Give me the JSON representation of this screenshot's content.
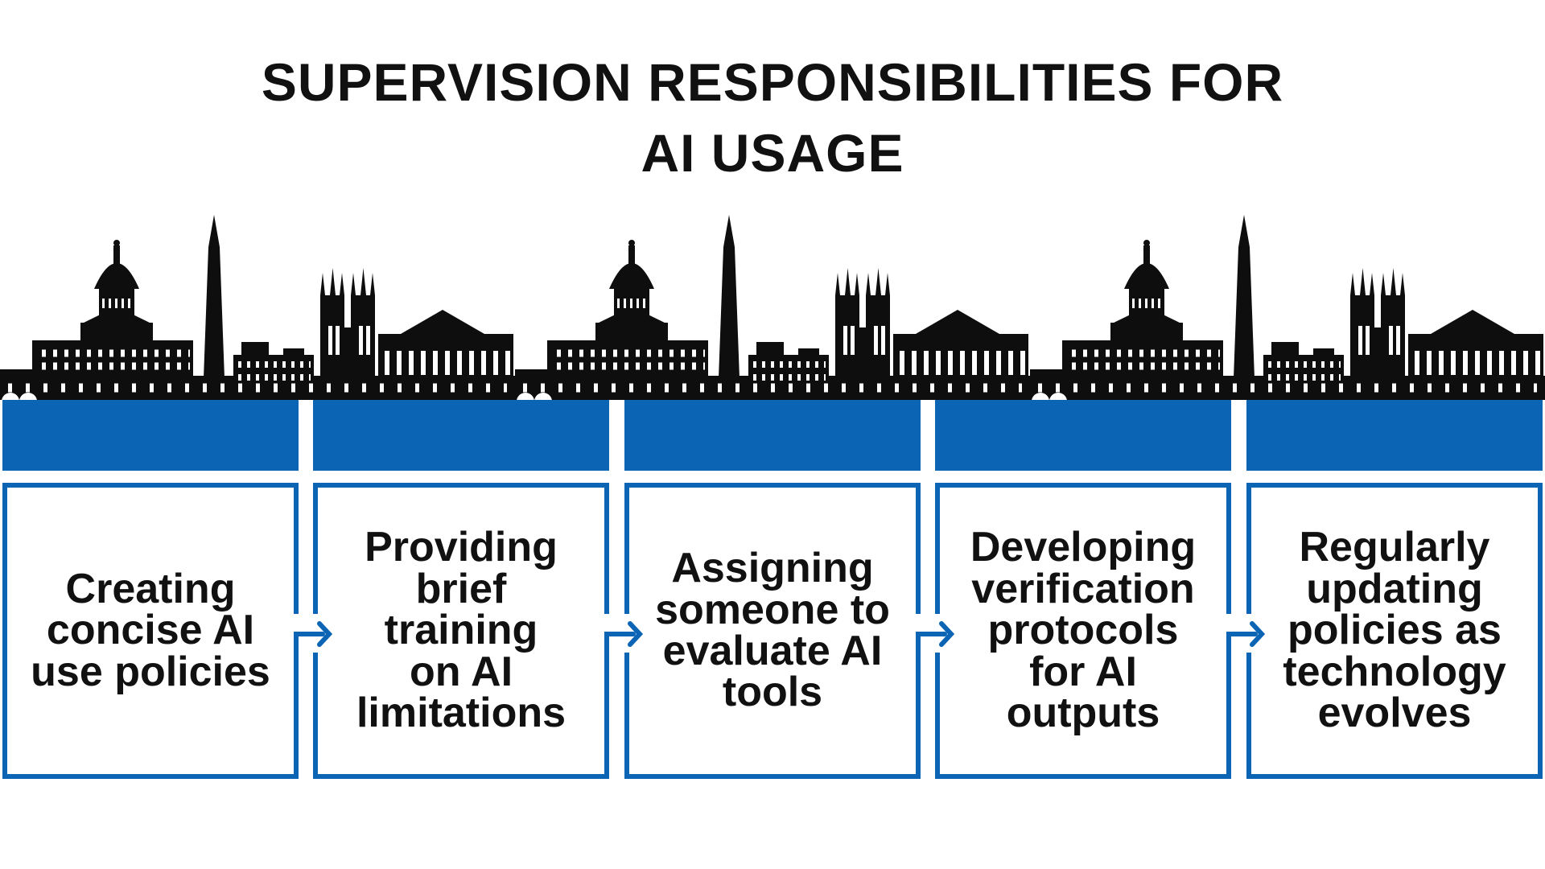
{
  "title": {
    "text": "SUPERVISION RESPONSIBILITIES FOR\nAI USAGE"
  },
  "steps": [
    {
      "label": "Creating\nconcise AI\nuse policies"
    },
    {
      "label": "Providing\nbrief\ntraining\non AI\nlimitations"
    },
    {
      "label": "Assigning\nsomeone to\nevaluate AI\ntools"
    },
    {
      "label": "Developing\nverification\nprotocols\nfor AI\noutputs"
    },
    {
      "label": "Regularly\nupdating\npolicies as\ntechnology\nevolves"
    }
  ],
  "decorations": {
    "skyline_icon": "washington-dc-skyline-silhouette",
    "arrow_icon": "elbow-right-arrow"
  },
  "colors": {
    "accent_blue": "#0B64B4",
    "silhouette_black": "#0E0E0E",
    "text_black": "#111111",
    "background": "#FFFFFF"
  }
}
